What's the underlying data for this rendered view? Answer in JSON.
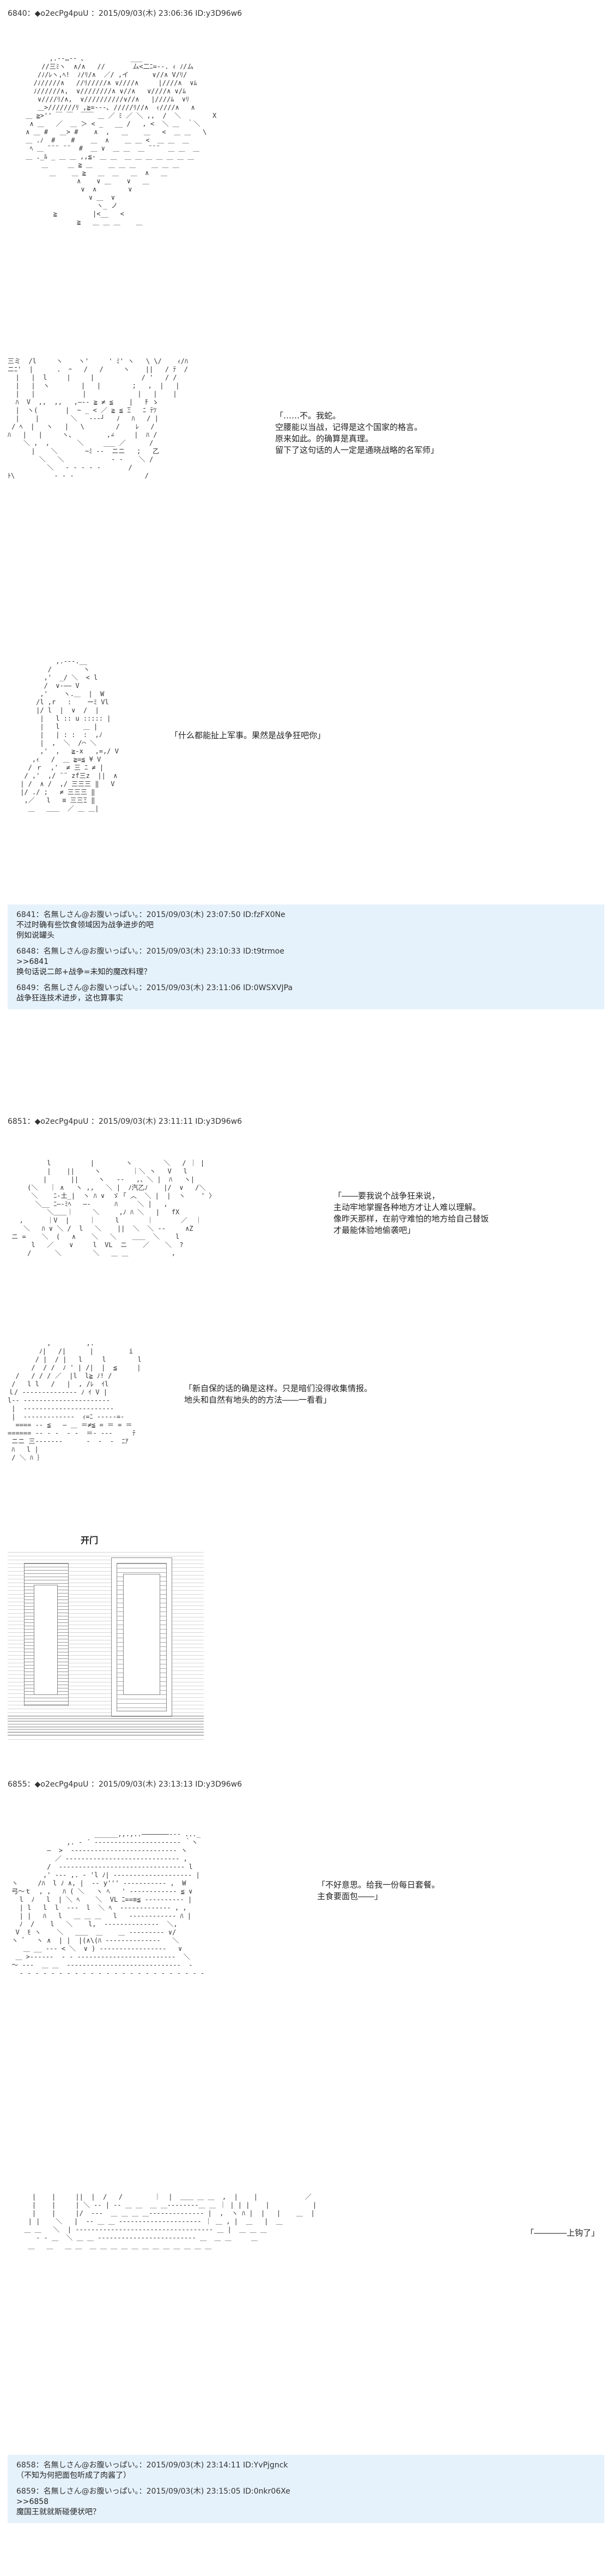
{
  "posts": [
    {
      "header": "6840：◆o2ecPg4puU ：2015/09/03(木) 23:06:36 ID:y3D96w6",
      "panels": [
        {
          "lines": [
            "「……不。我蛇。",
            "  空腰能以当战，记得是这个国家的格言。",
            "",
            "  原来如此。的确算是真理。",
            "  留下了这句话的人一定是通晓战略的名军师」"
          ]
        },
        {
          "lines": [
            "「什么都能扯上军事。果然是战争狂吧你」"
          ]
        }
      ]
    },
    {
      "header": "6851：◆o2ecPg4puU ：2015/09/03(木) 23:11:11 ID:y3D96w6",
      "panels": [
        {
          "lines": [
            "「――要我说个战争狂来说，",
            "  主动牢地掌握各种地方才让人难以理解。",
            "",
            "  像昨天那样，在前守难怕的地方给自己替饭",
            "  才最能体验地偷袭吧」"
          ]
        },
        {
          "lines": [
            "「新自保的话的确是这样。只是暗们没得收集情报。",
            "",
            "  地头和自然有地头的的方法――一看看」"
          ]
        },
        {
          "caption": "开门"
        }
      ]
    },
    {
      "header": "6855：◆o2ecPg4puU ：2015/09/03(木) 23:13:13 ID:y3D96w6",
      "panels": [
        {
          "lines": [
            "「不好意思。给我一份每日套餐。",
            "  主食要面包――」"
          ]
        },
        {
          "lines": [
            "「――――上钩了」"
          ]
        }
      ]
    }
  ],
  "reply_groups": [
    [
      {
        "header": "6841：名無しさん@お腹いっぱい。：2015/09/03(木) 23:07:50 ID:fzFX0Ne",
        "body": "不过时确有些饮食领域因为战争进步的吧\n例如说罐头"
      },
      {
        "header": "6848：名無しさん@お腹いっぱい。：2015/09/03(木) 23:10:33 ID:t9trmoe",
        "body": ">>6841\n换句话说二郎+战争=未知的魔改料理？"
      },
      {
        "header": "6849：名無しさん@お腹いっぱい。：2015/09/03(木) 23:11:06 ID:0WSXVJPa",
        "body": "战争狂连技术进步，这也算事实"
      }
    ],
    [
      {
        "header": "6858：名無しさん@お腹いっぱい。：2015/09/03(木) 23:14:11 ID:YvPjgnck",
        "body": "（不知为何把面包听成了肉酱了）"
      },
      {
        "header": "6859：名無しさん@お腹いっぱい。：2015/09/03(木) 23:15:05 ID:0nkr06Xe",
        "body": ">>6858\n魔国王就就斯碰便状吧？"
      }
    ]
  ]
}
